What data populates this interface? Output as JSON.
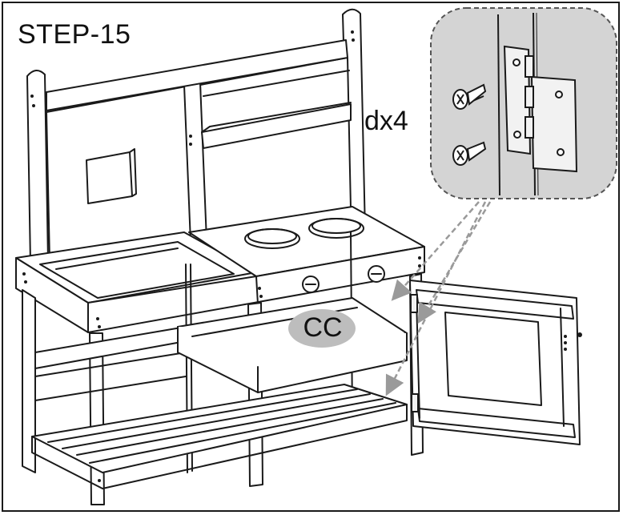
{
  "step": {
    "title": "STEP-15"
  },
  "hardware": {
    "quantity_label": "dx4",
    "part_code": "d"
  },
  "part": {
    "label": "CC"
  },
  "colors": {
    "line": "#1a1a1a",
    "detail_bg": "#d4d4d4",
    "label_badge": "#bdbdbd",
    "guide_arrow": "#9a9a9a",
    "hinge_fill": "#f2f2f2"
  },
  "icons": [
    "screw-icon",
    "hinge-icon",
    "stove-knob-icon",
    "burner-icon"
  ]
}
